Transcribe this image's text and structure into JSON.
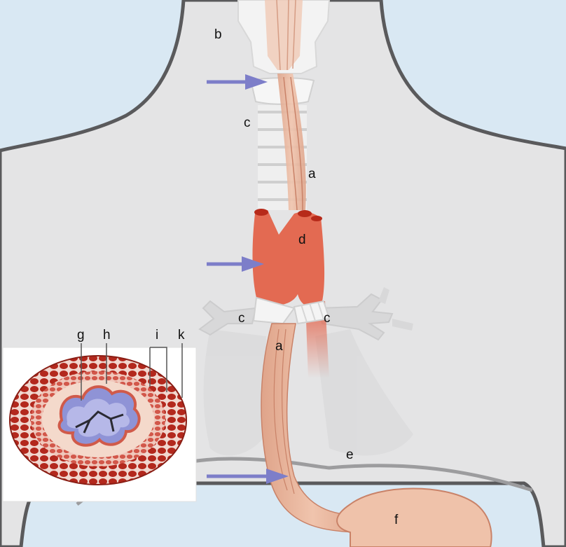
{
  "labels": {
    "a_upper": "a",
    "a_lower": "a",
    "b": "b",
    "c_neck": "c",
    "c_left": "c",
    "c_right": "c",
    "d": "d",
    "e": "e",
    "f": "f",
    "g": "g",
    "h": "h",
    "i": "i",
    "k": "k"
  },
  "colors": {
    "background": "#d9e8f3",
    "body": "#e4e4e5",
    "body_outline": "#5a5a5c",
    "esophagus": "#e9b69c",
    "aorta": "#e36a52",
    "cartilage": "#f2f2f2",
    "arrow": "#7d7ec9",
    "muscle": "#b3281d",
    "submucosa": "#f3c7b6",
    "mucosa": "#8f93d6"
  }
}
